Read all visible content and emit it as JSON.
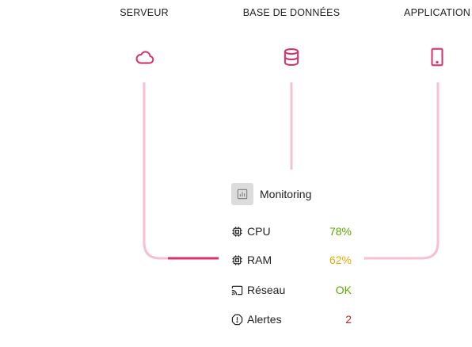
{
  "columns": [
    {
      "label": "SERVEUR",
      "icon": "cloud-icon"
    },
    {
      "label": "BASE DE DONNÉES",
      "icon": "database-icon"
    },
    {
      "label": "APPLICATION",
      "icon": "smartphone-icon"
    }
  ],
  "panel": {
    "title": "Monitoring",
    "icon": "bar-chart-icon",
    "metrics": [
      {
        "label": "CPU",
        "value": "78%",
        "icon": "cpu-icon",
        "color": "#5ca800"
      },
      {
        "label": "RAM",
        "value": "62%",
        "icon": "memory-chip-icon",
        "color": "#e8a800"
      },
      {
        "label": "Réseau",
        "value": "OK",
        "icon": "network-cast-icon",
        "color": "#5ca800"
      },
      {
        "label": "Alertes",
        "value": "2",
        "icon": "alert-octagon-icon",
        "color": "#d42020"
      }
    ]
  },
  "colors": {
    "accent": "#d6346a",
    "connector": "#f6bfd3"
  }
}
